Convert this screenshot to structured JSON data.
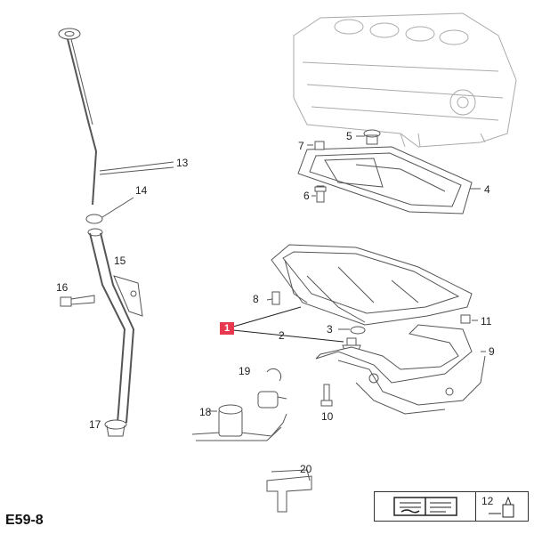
{
  "diagram": {
    "code": "E59-8",
    "highlighted_part": "1",
    "callouts": [
      "2",
      "3",
      "4",
      "5",
      "6",
      "7",
      "8",
      "9",
      "10",
      "11",
      "12",
      "13",
      "14",
      "15",
      "16",
      "17",
      "18",
      "19",
      "20"
    ],
    "legend_note_number": "12"
  }
}
